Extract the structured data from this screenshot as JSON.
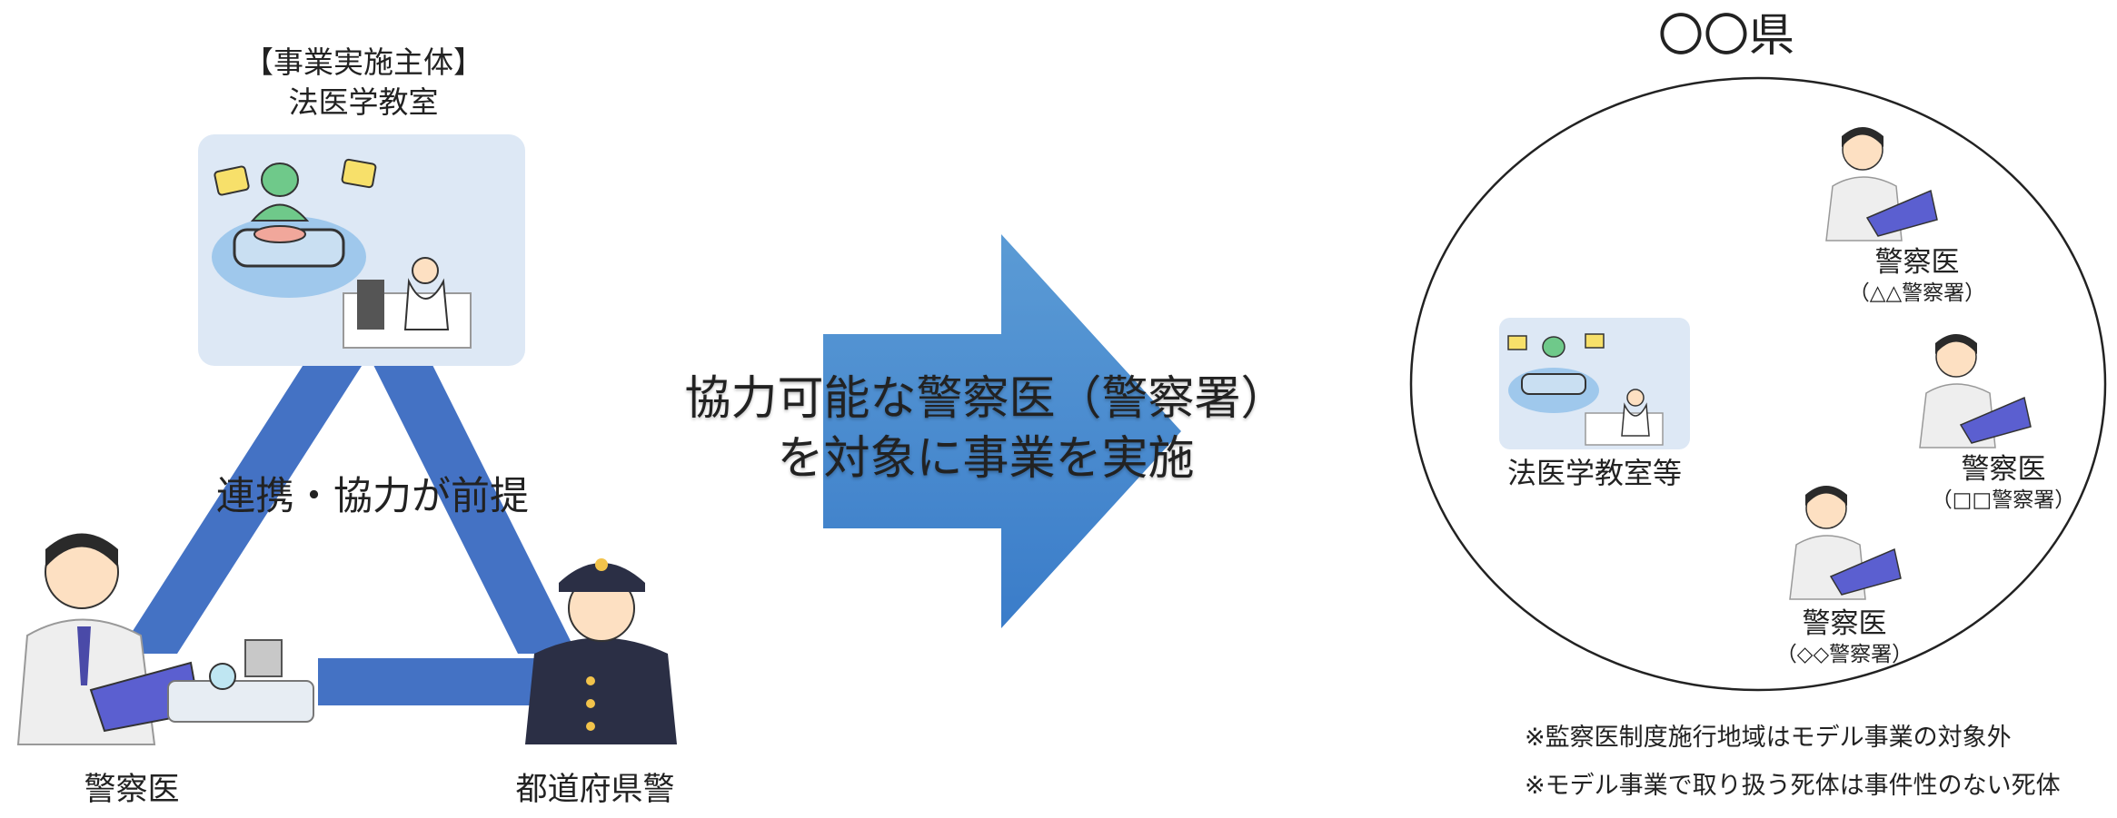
{
  "left": {
    "entity_header": "【事業実施主体】",
    "entity_name": "法医学教室",
    "relation": "連携・協力が前提",
    "doctor_label": "警察医",
    "police_label": "都道府県警"
  },
  "arrow": {
    "line1": "協力可能な警察医（警察署）",
    "line2": "を対象に事業を実施"
  },
  "prefecture": {
    "title": "〇〇県",
    "lab_label": "法医学教室等",
    "doctors": [
      {
        "label": "警察医",
        "station": "（△△警察署）"
      },
      {
        "label": "警察医",
        "station": "（□□警察署）"
      },
      {
        "label": "警察医",
        "station": "（◇◇警察署）"
      }
    ]
  },
  "notes": [
    "※監察医制度施行地域はモデル事業の対象外",
    "※モデル事業で取り扱う死体は事件性のない死体"
  ],
  "colors": {
    "triangle": "#4472c4",
    "arrow_top": "#5b9bd5",
    "arrow_bottom": "#3a7cc9",
    "panel": "#dde8f5",
    "police_uniform": "#2b2f45"
  }
}
